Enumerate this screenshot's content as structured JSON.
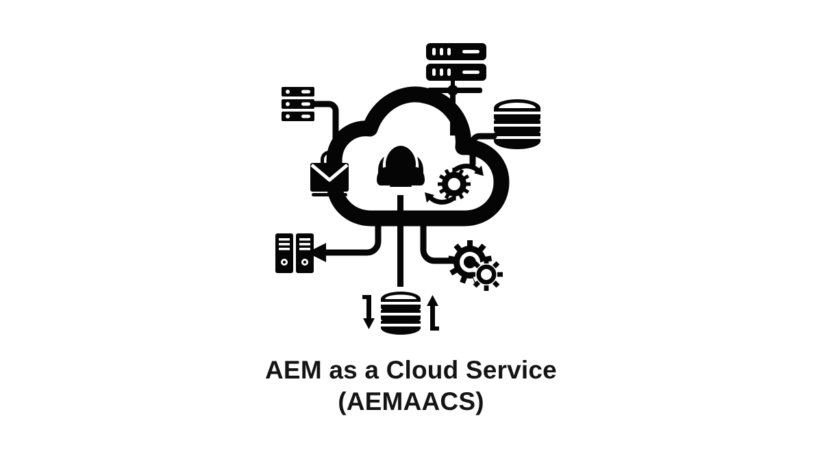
{
  "page": {
    "background_color": "#ffffff",
    "ink_color": "#050505"
  },
  "caption": {
    "line1": "AEM as a Cloud Service",
    "line2": "(AEMAACS)",
    "text_color": "#141414"
  },
  "illustration": {
    "name": "cloud-architecture-illustration",
    "description": "Black silhouette cloud connected to servers, databases and gears",
    "cloud": {
      "label": "cloud-shape"
    },
    "nodes": [
      {
        "id": "server-rack-top-left",
        "icon": "server-rack-icon",
        "position": "top-left",
        "connector": "elbow-connector-top-left"
      },
      {
        "id": "server-rack-top-right",
        "icon": "server-stack-icon",
        "position": "top-center-right",
        "connector": "network-node-connector"
      },
      {
        "id": "database-top-right",
        "icon": "database-icon",
        "position": "top-right",
        "connector": "elbow-connector-top-right"
      },
      {
        "id": "mail-briefcase",
        "icon": "briefcase-envelope-icon",
        "position": "cloud-inner-left"
      },
      {
        "id": "aem-logo",
        "icon": "lotus-logo-icon",
        "position": "cloud-inner-center"
      },
      {
        "id": "sync-gear",
        "icon": "gear-sync-arrows-icon",
        "position": "cloud-inner-right"
      },
      {
        "id": "pc-towers",
        "icon": "computer-towers-icon",
        "position": "bottom-left",
        "connector": "arrow-left-connector"
      },
      {
        "id": "data-store",
        "icon": "database-updown-arrows-icon",
        "position": "bottom-center",
        "connector": "vertical-stem-connector"
      },
      {
        "id": "settings-gears",
        "icon": "double-gear-icon",
        "position": "bottom-right",
        "connector": "elbow-connector-bottom-right"
      }
    ]
  }
}
